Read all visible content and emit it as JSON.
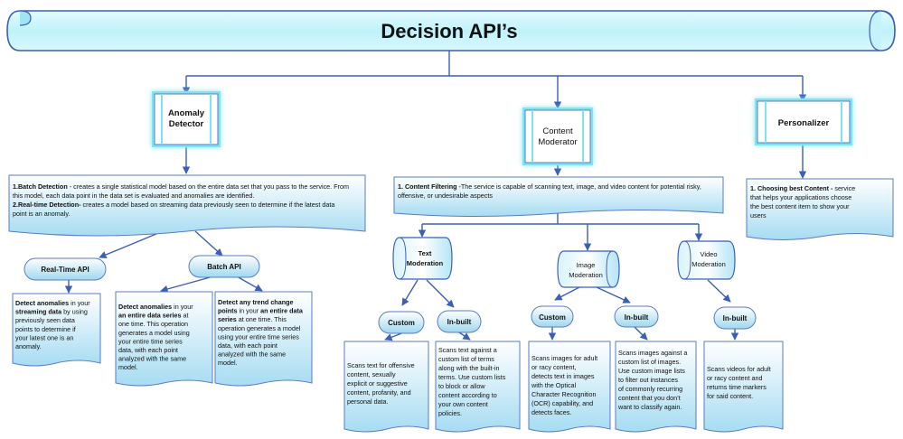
{
  "title": "Decision API’s",
  "colors": {
    "line": "#3a5fb8",
    "box_border": "#5b7bc6",
    "cyan": "#7fe3f0",
    "box_fill_top": "#ffffff",
    "box_fill_bottom": "#a6dcf2"
  },
  "anomaly": {
    "title_line1": "Anomaly",
    "title_line2": "Detector",
    "desc": {
      "p1_bold": "1.Batch Detection",
      "p1_text1": " - creates a single statistical model based on the entire data set that you pass to the service. From",
      "p1_text2": "this model, each data point in the data set is evaluated and anomalies are identified.",
      "p2_bold": "2.Real-time Detection-",
      "p2_text1": " creates a model based on streaming data previously seen to determine if the latest data",
      "p2_text2": "point is an anomaly."
    },
    "realtime": {
      "label": "Real-Time API",
      "lines": [
        [
          {
            "b": "Detect anomalies"
          },
          {
            "t": " in your"
          }
        ],
        [
          {
            "b": "streaming data"
          },
          {
            "t": " by using"
          }
        ],
        [
          {
            "t": "previously seen data"
          }
        ],
        [
          {
            "t": "points to determine if"
          }
        ],
        [
          {
            "t": "your latest one is an"
          }
        ],
        [
          {
            "t": "anomaly."
          }
        ]
      ]
    },
    "batch": {
      "label": "Batch API",
      "col1": [
        [
          {
            "b": "Detect anomalies"
          },
          {
            "t": " in your"
          }
        ],
        [
          {
            "b": "an entire data series"
          },
          {
            "t": " at"
          }
        ],
        [
          {
            "t": "one time. This operation"
          }
        ],
        [
          {
            "t": "generates a model using"
          }
        ],
        [
          {
            "t": "your entire time series"
          }
        ],
        [
          {
            "t": "data, with each point"
          }
        ],
        [
          {
            "t": "analyzed with the same"
          }
        ],
        [
          {
            "t": "model."
          }
        ]
      ],
      "col2": [
        [
          {
            "b": "Detect any trend change"
          }
        ],
        [
          {
            "b": "points"
          },
          {
            "t": " in your "
          },
          {
            "b": "an entire data"
          }
        ],
        [
          {
            "b": "series"
          },
          {
            "t": " at one time. This"
          }
        ],
        [
          {
            "t": "operation generates a model"
          }
        ],
        [
          {
            "t": "using your entire time series"
          }
        ],
        [
          {
            "t": "data, with each point"
          }
        ],
        [
          {
            "t": "analyzed with the same"
          }
        ],
        [
          {
            "t": "model."
          }
        ]
      ]
    }
  },
  "content": {
    "title_line1": "Content",
    "title_line2": "Moderator",
    "desc": {
      "bold": "1. Content Filtering",
      "text1": " -The service is capable of scanning text, image, and video content for potential risky,",
      "text2": "offensive, or undesirable aspects"
    },
    "text_mod": {
      "line1": "Text",
      "line2": "Moderation",
      "custom_label": "Custom",
      "inbuilt_label": "In-built",
      "custom_lines": [
        "Scans text for offensive",
        "content, sexually",
        "explicit or suggestive",
        "content, profanity, and",
        "personal data."
      ],
      "inbuilt_lines": [
        "Scans text against a",
        "custom list of terms",
        "along with the built-in",
        "terms. Use custom lists",
        "to block or allow",
        "content according to",
        "your own content",
        "policies."
      ]
    },
    "image_mod": {
      "line1": "Image",
      "line2": "Moderation",
      "custom_label": "Custom",
      "inbuilt_label": "In-built",
      "custom_lines": [
        "Scans images for adult",
        "or racy content,",
        "detects text in images",
        "with the Optical",
        "Character Recognition",
        "(OCR) capability, and",
        "detects faces."
      ],
      "inbuilt_lines": [
        "Scans images against a",
        "custom list of images.",
        "Use custom image lists",
        "to filter out instances",
        "of commonly recurring",
        "content that you don’t",
        "want to classify again."
      ]
    },
    "video_mod": {
      "line1": "Video",
      "line2": "Moderation",
      "inbuilt_label": "In-built",
      "inbuilt_lines": [
        "Scans videos for adult",
        "or racy content and",
        "returns time markers",
        "for said content."
      ]
    }
  },
  "personalizer": {
    "title": "Personalizer",
    "desc_bold": "1. Choosing best Content -",
    "desc_text": " service",
    "desc_lines": [
      "that helps your applications choose",
      "the best content item to show your",
      "users"
    ]
  }
}
